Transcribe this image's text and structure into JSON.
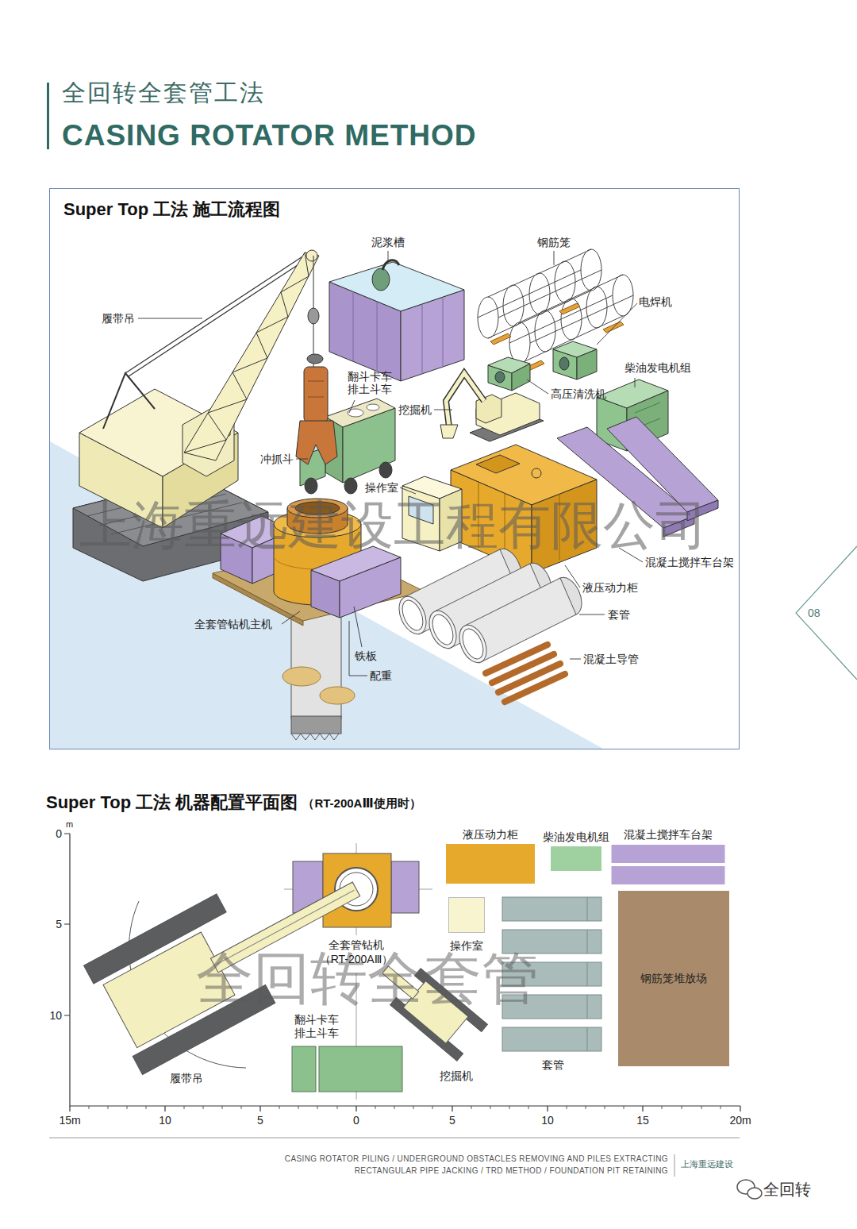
{
  "diagram": {
    "title": "全回转全套管工法",
    "nodes": [
      {
        "text": [
          "Super Top 工法 施工流程图"
        ]
      },
      {
        "text": [
          "液压动力柜"
        ]
      },
      {
        "text": [
          "柴油发电机组"
        ]
      },
      {
        "text": [
          "混凝土搅拌车台架"
        ]
      },
      {
        "text": [
          "全套管钻机",
          "（RT-200AⅢ）"
        ]
      },
      {
        "text": [
          "操作室"
        ]
      },
      {
        "text": [
          "钢筋笼堆放场"
        ]
      },
      {
        "text": [
          "套管"
        ]
      },
      {
        "text": [
          "翻斗卡车 排土斗车"
        ]
      },
      {
        "text": [
          "挖掘机"
        ]
      },
      {
        "text": [
          "履带吊"
        ]
      }
    ],
    "labels": [
      "CASING ROTATOR METHOD",
      "08",
      "泥浆槽",
      "钢筋笼",
      "电焊机",
      "履带吊",
      "翻斗卡车 排土斗车",
      "挖掘机",
      "高压清洗机",
      "柴油发电机组",
      "冲抓斗",
      "操作室",
      "混凝土搅拌车台架",
      "液压动力柜",
      "全套管钻机主机",
      "套管",
      "铁板",
      "混凝土导管",
      "配重",
      "上海重远建设工程有限公司",
      "Super Top 工法 机器配置平面图",
      "（RT-200AⅢ使用时）",
      "0",
      "m",
      "5",
      "10",
      "15m",
      "10",
      "5",
      "0",
      "5",
      "10",
      "15",
      "20m",
      "全回转全套管",
      "CASING ROTATOR PILING / UNDERGROUND OBSTACLES REMOVING AND PILES EXTRACTING",
      "RECTANGULAR PIPE JACKING / TRD METHOD / FOUNDATION PIT RETAINING",
      "上海重远建设",
      "全回转"
    ]
  }
}
